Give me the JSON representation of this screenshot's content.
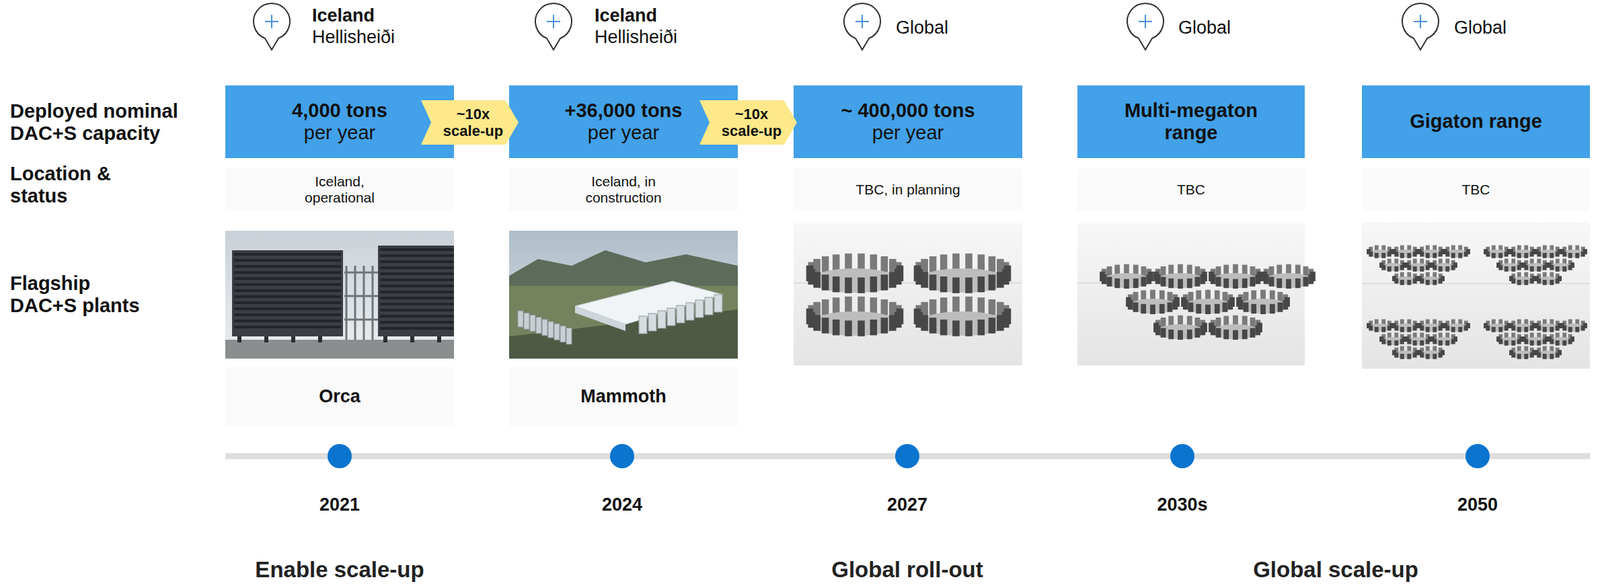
{
  "diagram": {
    "nodes": [
      {
        "text": [
          "4,000 tons",
          "per year"
        ]
      },
      {
        "text": [
          "~10x scale-up"
        ]
      },
      {
        "text": [
          "+36,000 tons",
          "per year"
        ]
      },
      {
        "text": [
          "~10x scale-up"
        ]
      },
      {
        "text": [
          "~ 400,000 tons",
          "per year"
        ]
      },
      {
        "text": [
          "Multi-megaton range"
        ]
      },
      {
        "text": [
          "Gigaton range"
        ]
      },
      {
        "text": [
          "Iceland, operational"
        ]
      },
      {
        "text": [
          "Iceland, in construction"
        ]
      },
      {
        "text": [
          "TBC, in planning"
        ]
      },
      {
        "text": [
          "TBC"
        ]
      },
      {
        "text": [
          "TBC"
        ]
      },
      {
        "text": [
          "Orca"
        ]
      },
      {
        "text": [
          "Mammoth"
        ]
      }
    ],
    "labels": [
      "Iceland",
      "Hellisheiði",
      "Iceland",
      "Hellisheiði",
      "Global",
      "Global",
      "Global",
      "Deployed nominal DAC+S capacity",
      "Location & status",
      "Flagship DAC+S plants",
      "2021",
      "2024",
      "2027",
      "2030s",
      "2050",
      "Enable scale-up",
      "Global roll-out",
      "Global scale-up"
    ]
  }
}
